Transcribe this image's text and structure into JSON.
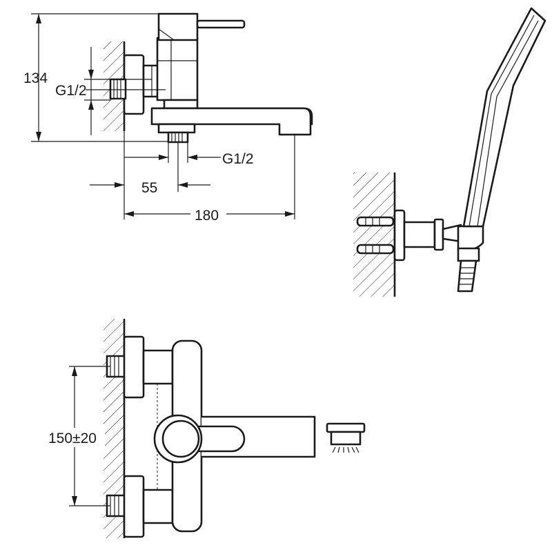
{
  "dimensions": {
    "height_134": "134",
    "inlet_thread_side": "G1/2",
    "outlet_thread_bottom": "G1/2",
    "offset_55": "55",
    "spout_reach_180": "180",
    "inlet_spacing": "150±20"
  },
  "colors": {
    "line": "#1a1a1a",
    "background": "#ffffff"
  }
}
